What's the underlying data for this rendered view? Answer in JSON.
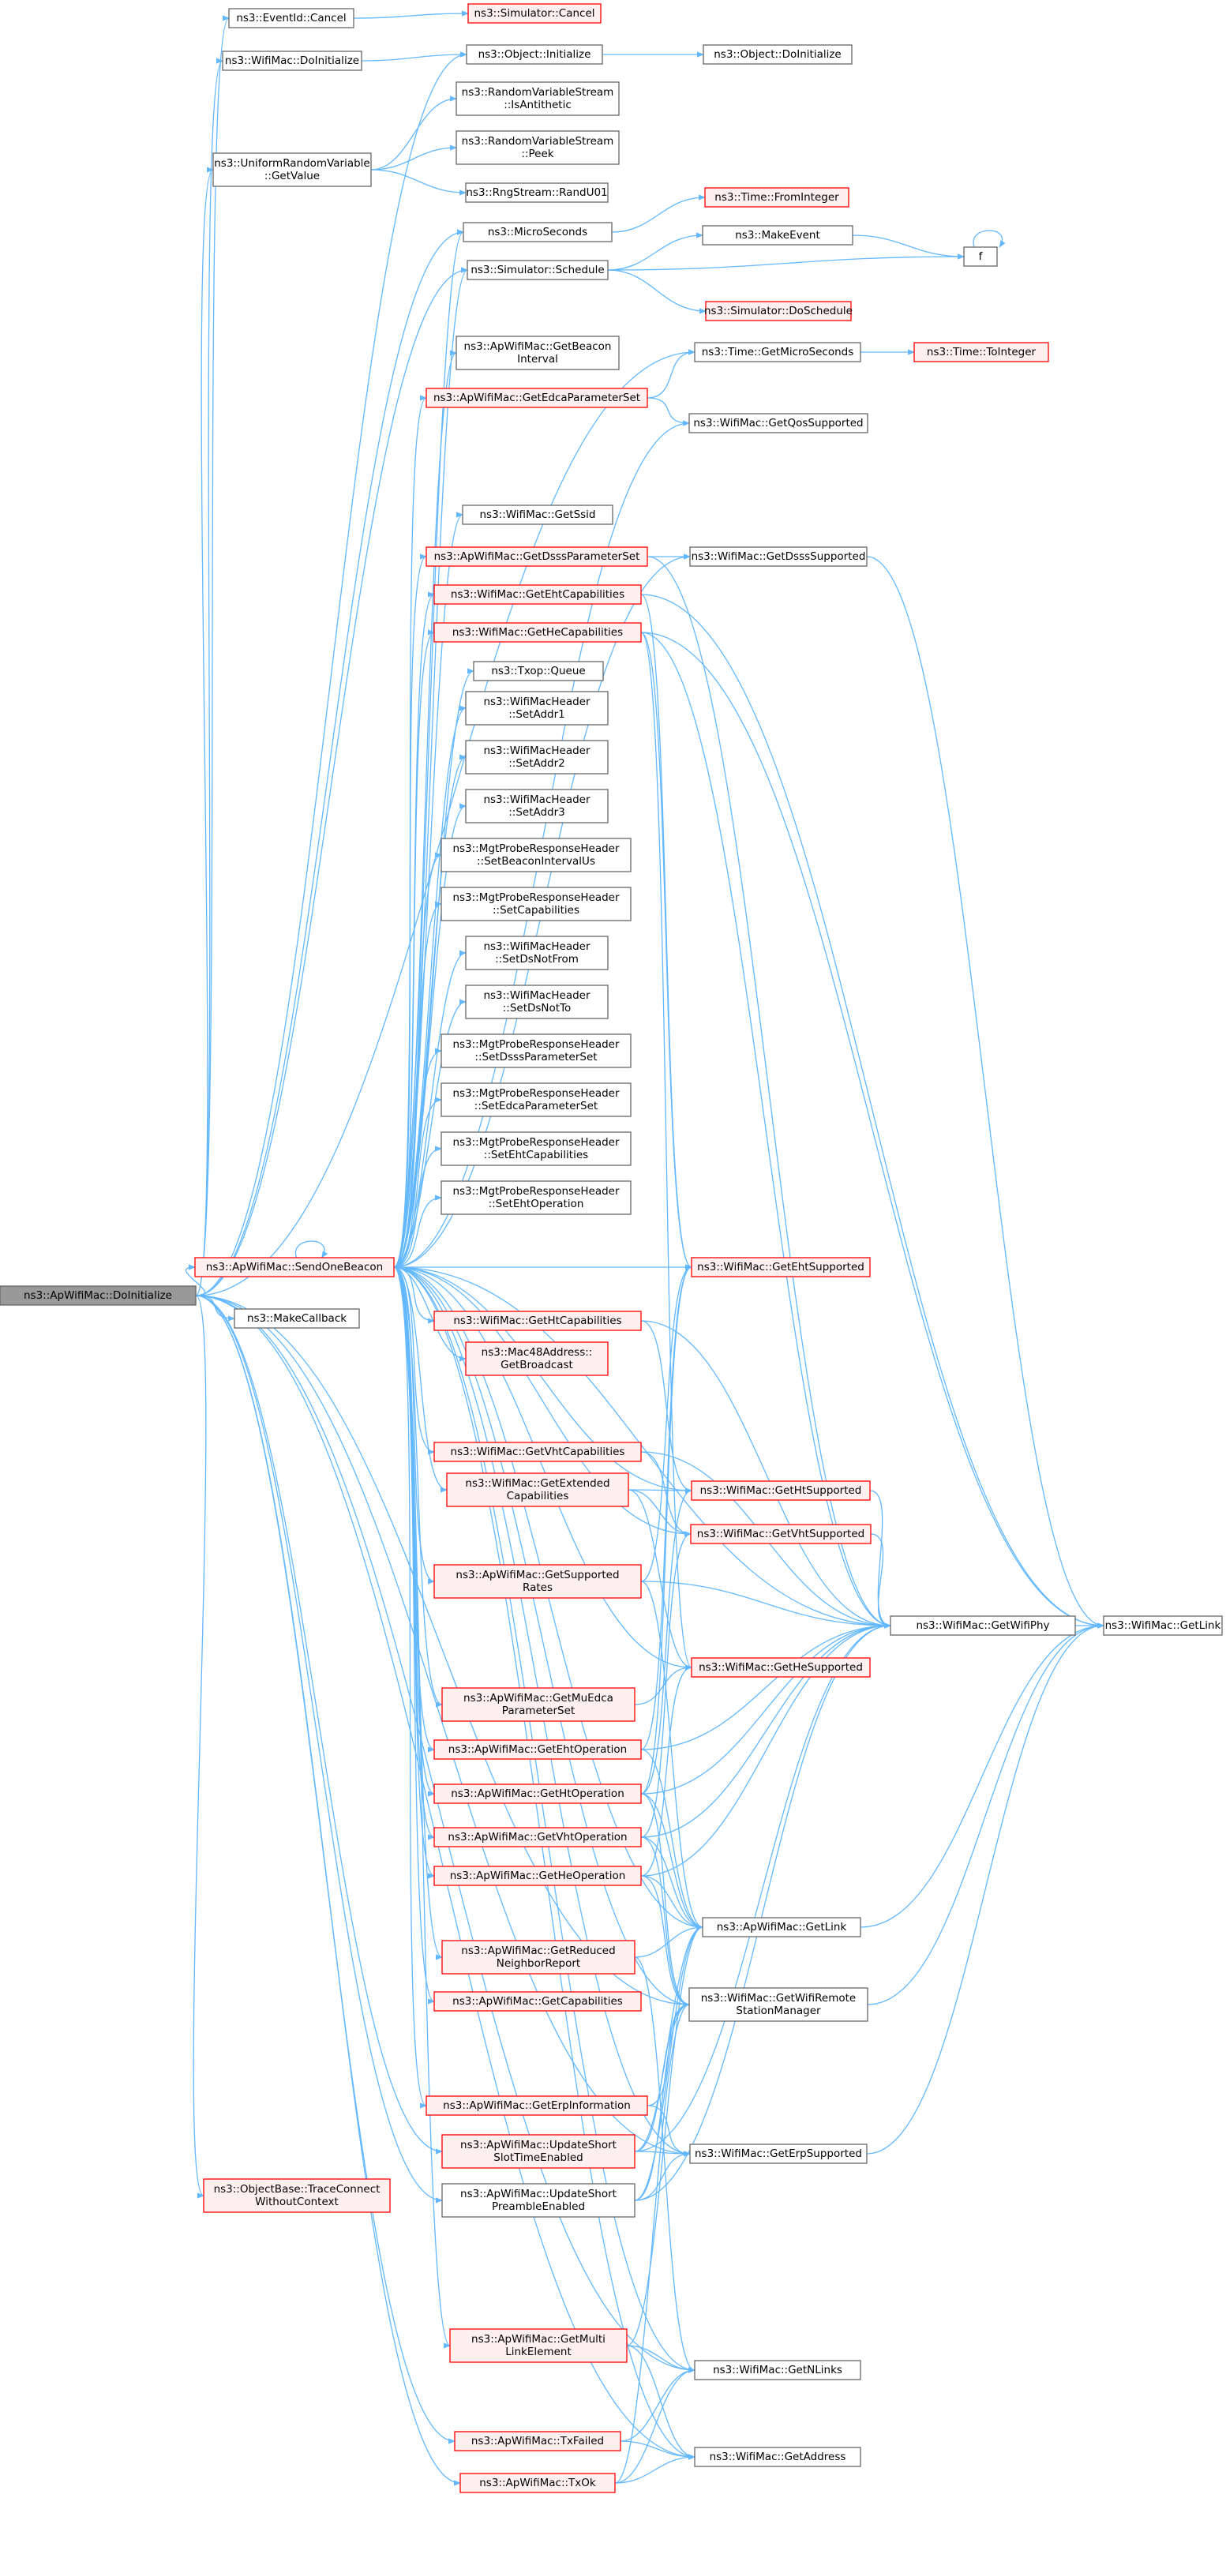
{
  "colors": {
    "edge": "#63b8ff",
    "normal_border": "#666666",
    "normal_fill": "#ffffff",
    "truncated_border": "#ff0000",
    "truncated_fill": "#fff0f0",
    "root_fill": "#999999",
    "root_border": "#666666"
  },
  "nodes": [
    {
      "id": "root",
      "lines": [
        "ns3::ApWifiMac::DoInitialize"
      ],
      "style": "root"
    },
    {
      "id": "eventid_cancel",
      "lines": [
        "ns3::EventId::Cancel"
      ],
      "style": "normal"
    },
    {
      "id": "sim_cancel",
      "lines": [
        "ns3::Simulator::Cancel"
      ],
      "style": "truncated"
    },
    {
      "id": "wifimac_doinit",
      "lines": [
        "ns3::WifiMac::DoInitialize"
      ],
      "style": "normal"
    },
    {
      "id": "obj_initialize",
      "lines": [
        "ns3::Object::Initialize"
      ],
      "style": "normal"
    },
    {
      "id": "obj_doinit",
      "lines": [
        "ns3::Object::DoInitialize"
      ],
      "style": "normal"
    },
    {
      "id": "rvs_antithetic",
      "lines": [
        "ns3::RandomVariableStream",
        "::IsAntithetic"
      ],
      "style": "normal"
    },
    {
      "id": "uniform_getvalue",
      "lines": [
        "ns3::UniformRandomVariable",
        "::GetValue"
      ],
      "style": "normal"
    },
    {
      "id": "rvs_peek",
      "lines": [
        "ns3::RandomVariableStream",
        "::Peek"
      ],
      "style": "normal"
    },
    {
      "id": "rng_randu01",
      "lines": [
        "ns3::RngStream::RandU01"
      ],
      "style": "normal"
    },
    {
      "id": "time_fromint",
      "lines": [
        "ns3::Time::FromInteger"
      ],
      "style": "truncated"
    },
    {
      "id": "microseconds",
      "lines": [
        "ns3::MicroSeconds"
      ],
      "style": "normal"
    },
    {
      "id": "make_event",
      "lines": [
        "ns3::MakeEvent"
      ],
      "style": "normal"
    },
    {
      "id": "f",
      "lines": [
        "f"
      ],
      "style": "normal"
    },
    {
      "id": "sim_schedule",
      "lines": [
        "ns3::Simulator::Schedule"
      ],
      "style": "normal"
    },
    {
      "id": "sim_doschedule",
      "lines": [
        "ns3::Simulator::DoSchedule"
      ],
      "style": "truncated"
    },
    {
      "id": "get_beacon_interval",
      "lines": [
        "ns3::ApWifiMac::GetBeacon",
        "Interval"
      ],
      "style": "normal"
    },
    {
      "id": "time_getmicro",
      "lines": [
        "ns3::Time::GetMicroSeconds"
      ],
      "style": "normal"
    },
    {
      "id": "time_toint",
      "lines": [
        "ns3::Time::ToInteger"
      ],
      "style": "truncated"
    },
    {
      "id": "get_edca",
      "lines": [
        "ns3::ApWifiMac::GetEdcaParameterSet"
      ],
      "style": "truncated"
    },
    {
      "id": "get_qos_supported",
      "lines": [
        "ns3::WifiMac::GetQosSupported"
      ],
      "style": "normal"
    },
    {
      "id": "get_ssid",
      "lines": [
        "ns3::WifiMac::GetSsid"
      ],
      "style": "normal"
    },
    {
      "id": "get_dsss_param",
      "lines": [
        "ns3::ApWifiMac::GetDsssParameterSet"
      ],
      "style": "truncated"
    },
    {
      "id": "get_dsss_supported",
      "lines": [
        "ns3::WifiMac::GetDsssSupported"
      ],
      "style": "normal"
    },
    {
      "id": "get_eht_caps",
      "lines": [
        "ns3::WifiMac::GetEhtCapabilities"
      ],
      "style": "truncated"
    },
    {
      "id": "get_he_caps",
      "lines": [
        "ns3::WifiMac::GetHeCapabilities"
      ],
      "style": "truncated"
    },
    {
      "id": "txop_queue",
      "lines": [
        "ns3::Txop::Queue"
      ],
      "style": "normal"
    },
    {
      "id": "set_addr1",
      "lines": [
        "ns3::WifiMacHeader",
        "::SetAddr1"
      ],
      "style": "normal"
    },
    {
      "id": "set_addr2",
      "lines": [
        "ns3::WifiMacHeader",
        "::SetAddr2"
      ],
      "style": "normal"
    },
    {
      "id": "set_addr3",
      "lines": [
        "ns3::WifiMacHeader",
        "::SetAddr3"
      ],
      "style": "normal"
    },
    {
      "id": "set_beacon_interval",
      "lines": [
        "ns3::MgtProbeResponseHeader",
        "::SetBeaconIntervalUs"
      ],
      "style": "normal"
    },
    {
      "id": "set_capabilities",
      "lines": [
        "ns3::MgtProbeResponseHeader",
        "::SetCapabilities"
      ],
      "style": "normal"
    },
    {
      "id": "set_ds_notfrom",
      "lines": [
        "ns3::WifiMacHeader",
        "::SetDsNotFrom"
      ],
      "style": "normal"
    },
    {
      "id": "set_ds_notto",
      "lines": [
        "ns3::WifiMacHeader",
        "::SetDsNotTo"
      ],
      "style": "normal"
    },
    {
      "id": "set_dsss_param",
      "lines": [
        "ns3::MgtProbeResponseHeader",
        "::SetDsssParameterSet"
      ],
      "style": "normal"
    },
    {
      "id": "set_edca_param",
      "lines": [
        "ns3::MgtProbeResponseHeader",
        "::SetEdcaParameterSet"
      ],
      "style": "normal"
    },
    {
      "id": "set_eht_caps",
      "lines": [
        "ns3::MgtProbeResponseHeader",
        "::SetEhtCapabilities"
      ],
      "style": "normal"
    },
    {
      "id": "set_eht_op",
      "lines": [
        "ns3::MgtProbeResponseHeader",
        "::SetEhtOperation"
      ],
      "style": "normal"
    },
    {
      "id": "send_one_beacon",
      "lines": [
        "ns3::ApWifiMac::SendOneBeacon"
      ],
      "style": "truncated"
    },
    {
      "id": "get_eht_supported",
      "lines": [
        "ns3::WifiMac::GetEhtSupported"
      ],
      "style": "truncated"
    },
    {
      "id": "make_callback",
      "lines": [
        "ns3::MakeCallback"
      ],
      "style": "normal"
    },
    {
      "id": "get_ht_caps",
      "lines": [
        "ns3::WifiMac::GetHtCapabilities"
      ],
      "style": "truncated"
    },
    {
      "id": "mac48_broadcast",
      "lines": [
        "ns3::Mac48Address::",
        "GetBroadcast"
      ],
      "style": "truncated"
    },
    {
      "id": "get_vht_caps",
      "lines": [
        "ns3::WifiMac::GetVhtCapabilities"
      ],
      "style": "truncated"
    },
    {
      "id": "get_ext_caps",
      "lines": [
        "ns3::WifiMac::GetExtended",
        "Capabilities"
      ],
      "style": "truncated"
    },
    {
      "id": "get_ht_supported",
      "lines": [
        "ns3::WifiMac::GetHtSupported"
      ],
      "style": "truncated"
    },
    {
      "id": "get_vht_supported",
      "lines": [
        "ns3::WifiMac::GetVhtSupported"
      ],
      "style": "truncated"
    },
    {
      "id": "get_supported_rates",
      "lines": [
        "ns3::ApWifiMac::GetSupported",
        "Rates"
      ],
      "style": "truncated"
    },
    {
      "id": "get_wifi_phy",
      "lines": [
        "ns3::WifiMac::GetWifiPhy"
      ],
      "style": "normal"
    },
    {
      "id": "wifimac_getlink",
      "lines": [
        "ns3::WifiMac::GetLink"
      ],
      "style": "normal"
    },
    {
      "id": "get_he_supported",
      "lines": [
        "ns3::WifiMac::GetHeSupported"
      ],
      "style": "truncated"
    },
    {
      "id": "get_mu_edca",
      "lines": [
        "ns3::ApWifiMac::GetMuEdca",
        "ParameterSet"
      ],
      "style": "truncated"
    },
    {
      "id": "get_eht_op",
      "lines": [
        "ns3::ApWifiMac::GetEhtOperation"
      ],
      "style": "truncated"
    },
    {
      "id": "get_ht_op",
      "lines": [
        "ns3::ApWifiMac::GetHtOperation"
      ],
      "style": "truncated"
    },
    {
      "id": "get_vht_op",
      "lines": [
        "ns3::ApWifiMac::GetVhtOperation"
      ],
      "style": "truncated"
    },
    {
      "id": "get_he_op",
      "lines": [
        "ns3::ApWifiMac::GetHeOperation"
      ],
      "style": "truncated"
    },
    {
      "id": "apwifimac_getlink",
      "lines": [
        "ns3::ApWifiMac::GetLink"
      ],
      "style": "normal"
    },
    {
      "id": "get_reduced_nr",
      "lines": [
        "ns3::ApWifiMac::GetReduced",
        "NeighborReport"
      ],
      "style": "truncated"
    },
    {
      "id": "get_remote_sm",
      "lines": [
        "ns3::WifiMac::GetWifiRemote",
        "StationManager"
      ],
      "style": "normal"
    },
    {
      "id": "get_capabilities",
      "lines": [
        "ns3::ApWifiMac::GetCapabilities"
      ],
      "style": "truncated"
    },
    {
      "id": "get_erp_info",
      "lines": [
        "ns3::ApWifiMac::GetErpInformation"
      ],
      "style": "truncated"
    },
    {
      "id": "update_short_slot",
      "lines": [
        "ns3::ApWifiMac::UpdateShort",
        "SlotTimeEnabled"
      ],
      "style": "truncated"
    },
    {
      "id": "get_erp_supported",
      "lines": [
        "ns3::WifiMac::GetErpSupported"
      ],
      "style": "normal"
    },
    {
      "id": "trace_connect",
      "lines": [
        "ns3::ObjectBase::TraceConnect",
        "WithoutContext"
      ],
      "style": "truncated"
    },
    {
      "id": "update_short_preamble",
      "lines": [
        "ns3::ApWifiMac::UpdateShort",
        "PreambleEnabled"
      ],
      "style": "normal"
    },
    {
      "id": "get_multi_link",
      "lines": [
        "ns3::ApWifiMac::GetMulti",
        "LinkElement"
      ],
      "style": "truncated"
    },
    {
      "id": "get_nlinks",
      "lines": [
        "ns3::WifiMac::GetNLinks"
      ],
      "style": "normal"
    },
    {
      "id": "tx_failed",
      "lines": [
        "ns3::ApWifiMac::TxFailed"
      ],
      "style": "truncated"
    },
    {
      "id": "get_address",
      "lines": [
        "ns3::WifiMac::GetAddress"
      ],
      "style": "normal"
    },
    {
      "id": "tx_ok",
      "lines": [
        "ns3::ApWifiMac::TxOk"
      ],
      "style": "truncated"
    }
  ],
  "edges": [
    [
      "root",
      "eventid_cancel"
    ],
    [
      "root",
      "wifimac_doinit"
    ],
    [
      "root",
      "obj_initialize"
    ],
    [
      "root",
      "uniform_getvalue"
    ],
    [
      "root",
      "microseconds"
    ],
    [
      "root",
      "sim_schedule"
    ],
    [
      "root",
      "time_getmicro"
    ],
    [
      "root",
      "send_one_beacon"
    ],
    [
      "root",
      "make_callback"
    ],
    [
      "root",
      "trace_connect"
    ],
    [
      "root",
      "get_remote_sm"
    ],
    [
      "root",
      "update_short_slot"
    ],
    [
      "root",
      "update_short_preamble"
    ],
    [
      "root",
      "get_nlinks"
    ],
    [
      "root",
      "tx_failed"
    ],
    [
      "root",
      "tx_ok"
    ],
    [
      "root",
      "get_address"
    ],
    [
      "root",
      "get_erp_supported"
    ],
    [
      "eventid_cancel",
      "sim_cancel"
    ],
    [
      "wifimac_doinit",
      "obj_initialize"
    ],
    [
      "obj_initialize",
      "obj_doinit"
    ],
    [
      "uniform_getvalue",
      "rvs_antithetic"
    ],
    [
      "uniform_getvalue",
      "rvs_peek"
    ],
    [
      "uniform_getvalue",
      "rng_randu01"
    ],
    [
      "microseconds",
      "time_fromint"
    ],
    [
      "sim_schedule",
      "make_event"
    ],
    [
      "sim_schedule",
      "f"
    ],
    [
      "sim_schedule",
      "sim_doschedule"
    ],
    [
      "make_event",
      "f"
    ],
    [
      "f",
      "f"
    ],
    [
      "time_getmicro",
      "time_toint"
    ],
    [
      "send_one_beacon",
      "send_one_beacon"
    ],
    [
      "send_one_beacon",
      "microseconds"
    ],
    [
      "send_one_beacon",
      "sim_schedule"
    ],
    [
      "send_one_beacon",
      "get_beacon_interval"
    ],
    [
      "send_one_beacon",
      "get_edca"
    ],
    [
      "send_one_beacon",
      "get_qos_supported"
    ],
    [
      "send_one_beacon",
      "get_ssid"
    ],
    [
      "send_one_beacon",
      "get_dsss_param"
    ],
    [
      "send_one_beacon",
      "get_dsss_supported"
    ],
    [
      "send_one_beacon",
      "get_eht_caps"
    ],
    [
      "send_one_beacon",
      "get_he_caps"
    ],
    [
      "send_one_beacon",
      "txop_queue"
    ],
    [
      "send_one_beacon",
      "set_addr1"
    ],
    [
      "send_one_beacon",
      "set_addr2"
    ],
    [
      "send_one_beacon",
      "set_addr3"
    ],
    [
      "send_one_beacon",
      "set_beacon_interval"
    ],
    [
      "send_one_beacon",
      "set_capabilities"
    ],
    [
      "send_one_beacon",
      "set_ds_notfrom"
    ],
    [
      "send_one_beacon",
      "set_ds_notto"
    ],
    [
      "send_one_beacon",
      "set_dsss_param"
    ],
    [
      "send_one_beacon",
      "set_edca_param"
    ],
    [
      "send_one_beacon",
      "set_eht_caps"
    ],
    [
      "send_one_beacon",
      "set_eht_op"
    ],
    [
      "send_one_beacon",
      "get_eht_supported"
    ],
    [
      "send_one_beacon",
      "get_ht_caps"
    ],
    [
      "send_one_beacon",
      "mac48_broadcast"
    ],
    [
      "send_one_beacon",
      "get_vht_caps"
    ],
    [
      "send_one_beacon",
      "get_ext_caps"
    ],
    [
      "send_one_beacon",
      "get_ht_supported"
    ],
    [
      "send_one_beacon",
      "get_vht_supported"
    ],
    [
      "send_one_beacon",
      "get_supported_rates"
    ],
    [
      "send_one_beacon",
      "get_wifi_phy"
    ],
    [
      "send_one_beacon",
      "get_he_supported"
    ],
    [
      "send_one_beacon",
      "get_mu_edca"
    ],
    [
      "send_one_beacon",
      "get_eht_op"
    ],
    [
      "send_one_beacon",
      "get_ht_op"
    ],
    [
      "send_one_beacon",
      "get_vht_op"
    ],
    [
      "send_one_beacon",
      "get_he_op"
    ],
    [
      "send_one_beacon",
      "apwifimac_getlink"
    ],
    [
      "send_one_beacon",
      "get_reduced_nr"
    ],
    [
      "send_one_beacon",
      "get_remote_sm"
    ],
    [
      "send_one_beacon",
      "get_capabilities"
    ],
    [
      "send_one_beacon",
      "get_erp_info"
    ],
    [
      "send_one_beacon",
      "get_erp_supported"
    ],
    [
      "send_one_beacon",
      "get_multi_link"
    ],
    [
      "send_one_beacon",
      "get_nlinks"
    ],
    [
      "send_one_beacon",
      "get_address"
    ],
    [
      "get_edca",
      "time_getmicro"
    ],
    [
      "get_edca",
      "get_qos_supported"
    ],
    [
      "get_dsss_param",
      "get_dsss_supported"
    ],
    [
      "get_dsss_param",
      "get_wifi_phy"
    ],
    [
      "get_dsss_supported",
      "wifimac_getlink"
    ],
    [
      "get_eht_caps",
      "get_eht_supported"
    ],
    [
      "get_eht_caps",
      "wifimac_getlink"
    ],
    [
      "get_he_caps",
      "get_eht_supported"
    ],
    [
      "get_he_caps",
      "get_he_supported"
    ],
    [
      "get_he_caps",
      "get_wifi_phy"
    ],
    [
      "get_he_caps",
      "wifimac_getlink"
    ],
    [
      "get_ht_caps",
      "get_ht_supported"
    ],
    [
      "get_ht_caps",
      "get_wifi_phy"
    ],
    [
      "get_vht_caps",
      "get_vht_supported"
    ],
    [
      "get_vht_caps",
      "get_wifi_phy"
    ],
    [
      "get_ext_caps",
      "get_ht_supported"
    ],
    [
      "get_ext_caps",
      "get_vht_supported"
    ],
    [
      "get_ext_caps",
      "get_he_supported"
    ],
    [
      "get_ht_supported",
      "get_wifi_phy"
    ],
    [
      "get_vht_supported",
      "get_wifi_phy"
    ],
    [
      "get_supported_rates",
      "get_eht_supported"
    ],
    [
      "get_supported_rates",
      "get_wifi_phy"
    ],
    [
      "get_supported_rates",
      "apwifimac_getlink"
    ],
    [
      "get_wifi_phy",
      "wifimac_getlink"
    ],
    [
      "get_mu_edca",
      "get_he_supported"
    ],
    [
      "get_eht_op",
      "get_eht_supported"
    ],
    [
      "get_eht_op",
      "get_wifi_phy"
    ],
    [
      "get_eht_op",
      "apwifimac_getlink"
    ],
    [
      "get_ht_op",
      "get_eht_supported"
    ],
    [
      "get_ht_op",
      "get_ht_supported"
    ],
    [
      "get_ht_op",
      "get_wifi_phy"
    ],
    [
      "get_ht_op",
      "apwifimac_getlink"
    ],
    [
      "get_ht_op",
      "get_remote_sm"
    ],
    [
      "get_vht_op",
      "get_vht_supported"
    ],
    [
      "get_vht_op",
      "get_wifi_phy"
    ],
    [
      "get_vht_op",
      "apwifimac_getlink"
    ],
    [
      "get_vht_op",
      "get_remote_sm"
    ],
    [
      "get_he_op",
      "get_he_supported"
    ],
    [
      "get_he_op",
      "get_wifi_phy"
    ],
    [
      "get_he_op",
      "apwifimac_getlink"
    ],
    [
      "get_he_op",
      "get_remote_sm"
    ],
    [
      "apwifimac_getlink",
      "wifimac_getlink"
    ],
    [
      "get_reduced_nr",
      "apwifimac_getlink"
    ],
    [
      "get_reduced_nr",
      "get_nlinks"
    ],
    [
      "get_remote_sm",
      "wifimac_getlink"
    ],
    [
      "get_erp_info",
      "get_erp_supported"
    ],
    [
      "get_erp_info",
      "get_remote_sm"
    ],
    [
      "update_short_slot",
      "get_erp_supported"
    ],
    [
      "update_short_slot",
      "get_remote_sm"
    ],
    [
      "update_short_slot",
      "apwifimac_getlink"
    ],
    [
      "update_short_slot",
      "get_wifi_phy"
    ],
    [
      "get_erp_supported",
      "wifimac_getlink"
    ],
    [
      "update_short_preamble",
      "get_erp_supported"
    ],
    [
      "update_short_preamble",
      "get_remote_sm"
    ],
    [
      "update_short_preamble",
      "apwifimac_getlink"
    ],
    [
      "update_short_preamble",
      "get_wifi_phy"
    ],
    [
      "get_multi_link",
      "get_nlinks"
    ],
    [
      "get_multi_link",
      "get_address"
    ],
    [
      "get_multi_link",
      "apwifimac_getlink"
    ],
    [
      "tx_failed",
      "get_nlinks"
    ],
    [
      "tx_failed",
      "get_address"
    ],
    [
      "tx_ok",
      "get_nlinks"
    ],
    [
      "tx_ok",
      "get_address"
    ],
    [
      "tx_ok",
      "get_remote_sm"
    ]
  ]
}
